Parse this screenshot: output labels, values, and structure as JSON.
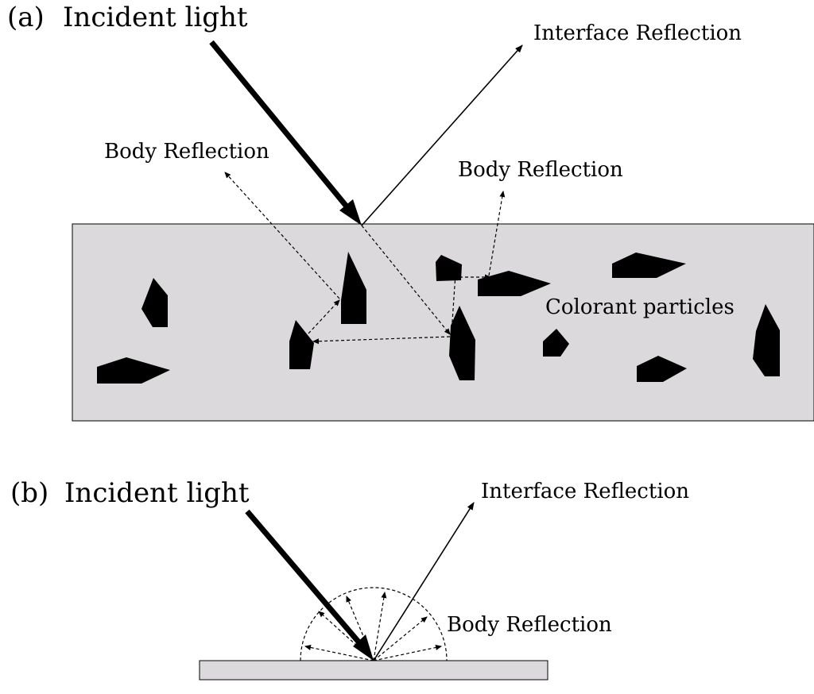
{
  "panel_a": {
    "tag": "(a)",
    "incident_label": "Incident light",
    "interface_label": "Interface Reflection",
    "body_label_left": "Body Reflection",
    "body_label_right": "Body Reflection",
    "particles_label": "Colorant particles"
  },
  "panel_b": {
    "tag": "(b)",
    "incident_label": "Incident light",
    "interface_label": "Interface Reflection",
    "body_label": "Body Reflection"
  },
  "colors": {
    "medium_fill": "#dbd9dc",
    "particle_fill": "#000000",
    "line": "#000000"
  }
}
